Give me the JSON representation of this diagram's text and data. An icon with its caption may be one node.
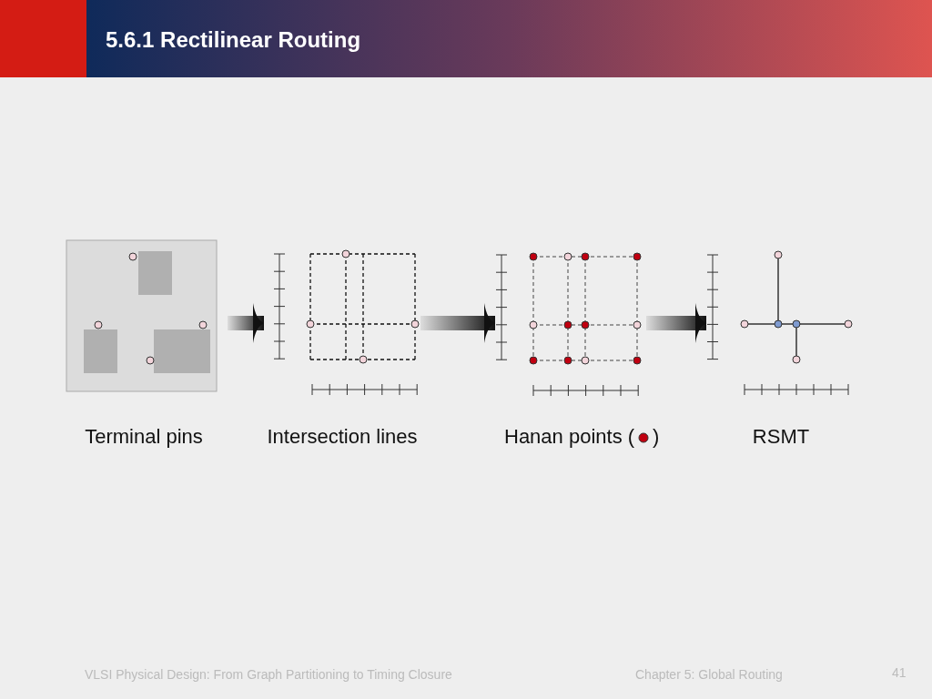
{
  "diagram": {
    "title": "5.6.1 Rectilinear Routing",
    "nodes": [
      {
        "text": [
          "Terminal pins"
        ]
      },
      {
        "text": [
          "Intersection lines"
        ]
      },
      {
        "text": [
          "Hanan points (",
          ")"
        ]
      },
      {
        "text": [
          "RSMT"
        ]
      }
    ],
    "edges": [
      {
        "from": 0,
        "to": 1,
        "arrow": "to"
      },
      {
        "from": 1,
        "to": 2,
        "arrow": "to"
      },
      {
        "from": 2,
        "to": 3,
        "arrow": "to"
      }
    ],
    "labels": [
      "VLSI Physical Design: From Graph Partitioning to Timing Closure",
      "Chapter 5: Global Routing",
      "41"
    ]
  }
}
